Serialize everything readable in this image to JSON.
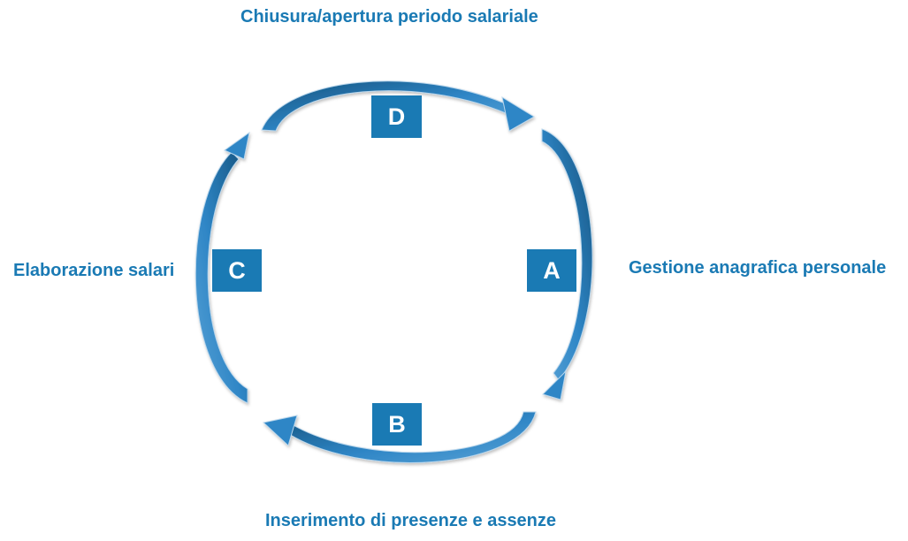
{
  "diagram": {
    "labels": {
      "top": "Chiusura/apertura periodo salariale",
      "right": "Gestione anagrafica personale",
      "left": "Elaborazione salari",
      "bottom": "Inserimento di presenze e assenze"
    },
    "steps": {
      "d": "D",
      "a": "A",
      "c": "C",
      "b": "B"
    },
    "colors": {
      "accent": "#1a7ab4",
      "arrow_dark": "#14527d",
      "arrow_light": "#5aa3d6"
    }
  }
}
